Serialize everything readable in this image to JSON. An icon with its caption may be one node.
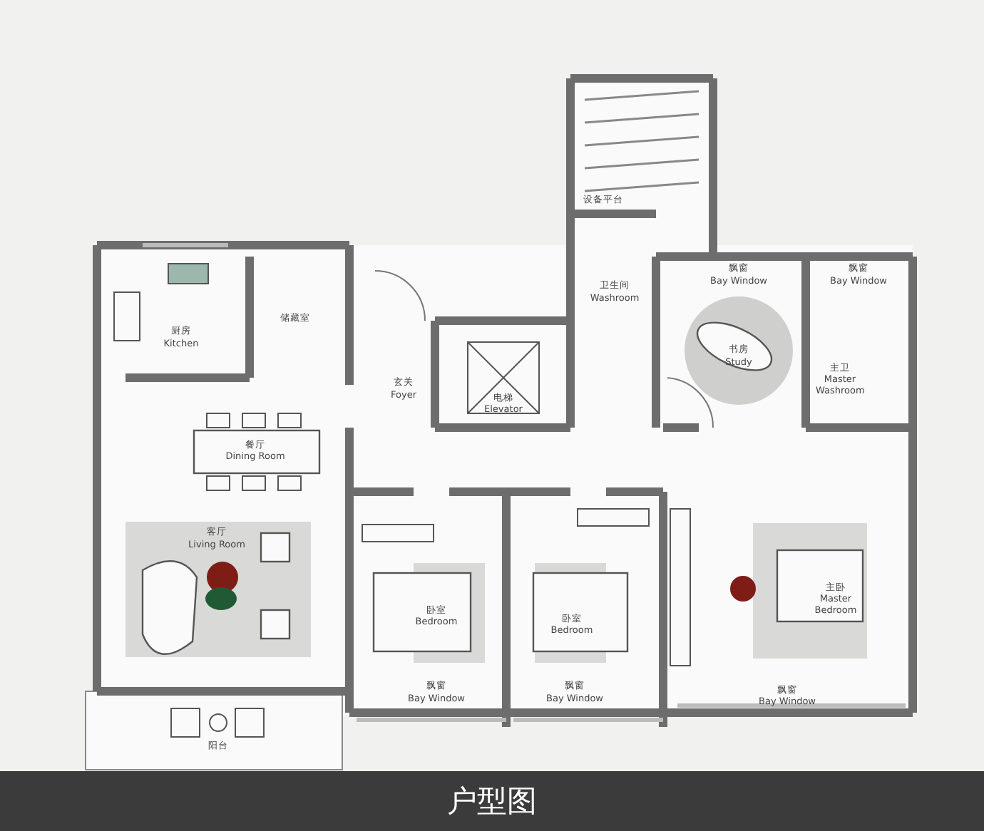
{
  "diagram": {
    "caption": "户型图",
    "labels": [
      "设备平台",
      "厨房",
      "Kitchen",
      "储藏室",
      "卫生间",
      "Washroom",
      "飘窗",
      "Bay Window",
      "飘窗",
      "Bay Window",
      "书房",
      "Study",
      "主卫",
      "Master Washroom",
      "玄关",
      "Foyer",
      "电梯",
      "Elevator",
      "餐厅",
      "Dining Room",
      "客厅",
      "Living Room",
      "卧室",
      "Bedroom",
      "卧室",
      "Bedroom",
      "主卧",
      "Master Bedroom",
      "飘窗",
      "Bay Window",
      "飘窗",
      "Bay Window",
      "飘窗",
      "Bay Window",
      "阳台"
    ]
  }
}
